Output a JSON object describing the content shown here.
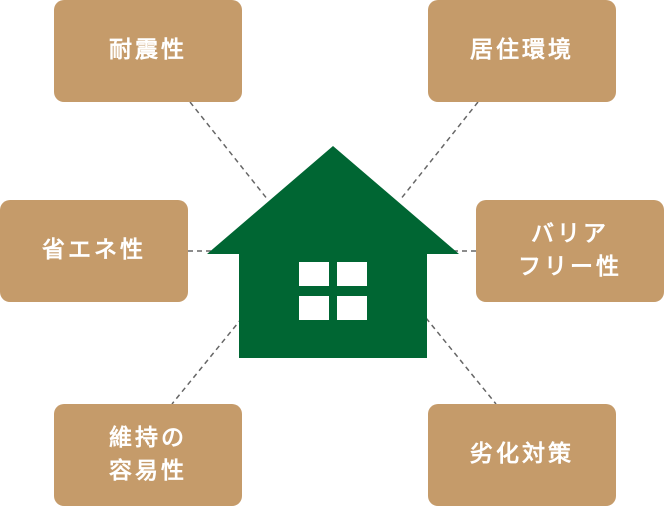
{
  "diagram": {
    "house_color": "#006633",
    "box_color": "#c59b6a",
    "connector_color": "#666666",
    "items": [
      {
        "id": "taishin",
        "label": "耐震性"
      },
      {
        "id": "kyoju",
        "label": "居住環境"
      },
      {
        "id": "shoene",
        "label": "省エネ性"
      },
      {
        "id": "barrier",
        "label": "バリア\nフリー性"
      },
      {
        "id": "iji",
        "label": "維持の\n容易性"
      },
      {
        "id": "rekka",
        "label": "劣化対策"
      }
    ]
  }
}
